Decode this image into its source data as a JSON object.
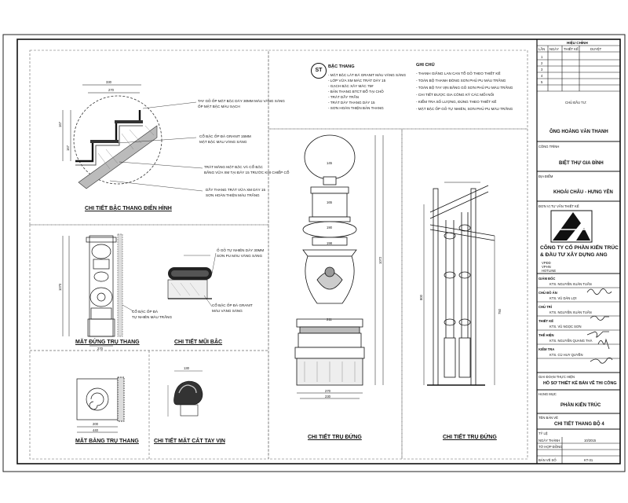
{
  "title_block": {
    "revision_title": "HIỆU CHỈNH",
    "rev_cols": [
      "LẦN",
      "NGÀY",
      "THIẾT KẾ",
      "DUYỆT"
    ],
    "rev_rows": [
      "1",
      "2",
      "3",
      "4",
      "5"
    ],
    "owner_label": "CHỦ ĐẦU TƯ:",
    "owner": "ÔNG HOÀNG VĂN THANH",
    "project_label": "CÔNG TRÌNH",
    "project": "BIỆT THỰ GIA ĐÌNH",
    "location_label": "ĐỊA ĐIỂM",
    "location": "KHOÁI CHÂU - HƯNG YÊN",
    "designer_label": "ĐƠN VỊ TƯ VẤN THIẾT KẾ",
    "company_line1": "CÔNG TY CỔ PHẦN KIẾN TRÚC",
    "company_line2": "& ĐẦU TƯ XÂY DỰNG ANG",
    "company_info": [
      "VPĐD",
      "VPHN",
      "HOTLINE"
    ],
    "roles": [
      {
        "role": "GIÁM ĐỐC",
        "name": "KTS. NGUYỄN XUÂN TUẤN"
      },
      {
        "role": "CHỦ ĐỒ ÁN",
        "name": "KTS. VŨ DÂN LỢI"
      },
      {
        "role": "CHỦ TRÌ",
        "name": "KTS. NGUYỄN XUÂN TUẤN"
      },
      {
        "role": "THIẾT KẾ",
        "name": "KTS. VŨ NGỌC SƠN"
      },
      {
        "role": "THỂ HIỆN",
        "name": "KTS. NGUYỄN QUANG THÀ"
      },
      {
        "role": "KIỂM TRA",
        "name": "KTS. CÙ HUY QUYỀN"
      }
    ],
    "phase_label": "GIAI ĐOẠN THỰC HIỆN",
    "phase": "HỒ SƠ THIẾT KẾ BẢN VẼ THI CÔNG",
    "category_label": "HẠNG MỤC",
    "category": "PHẦN KIẾN TRÚC",
    "drawing_label": "TÊN BẢN VẼ",
    "drawing": "CHI TIẾT THANG BỘ 4",
    "scale_label": "TỶ LỆ",
    "date_label": "NGÀY THÁNH",
    "date": "10/2015",
    "code_label": "TỜ HỢP ĐỒNG",
    "sheet_label": "BẢN VẼ SỐ",
    "sheet_no": "KT-31"
  },
  "legend": {
    "badge": "ST",
    "stair_title": "BẬC THANG",
    "stair_notes": [
      "- MẶT BẬC LÁT ĐÁ GRANIT MÀU VÀNG SÁNG",
      "- LỚP VỮA XM MÁC TRÁT DÀY 15",
      "- GẠCH BẬC XÂY MÁC 75#",
      "- BẢN THANG BTCT ĐỔ TẠI CHỖ",
      "- TRÁT DẦY TRẦN",
      "- TRÁT DÀY THANG DÀY 15",
      "- SƠN HOÀN THIỆN BẢN THANG"
    ],
    "ghi_chu_title": "GHI CHÚ",
    "ghi_chu_notes": [
      "- THANH GIẰNG LAN CAN TỔ GỖ THEO THIẾT KẾ",
      "- TOÀN BỘ THANH ĐÓNG SƠN PHỦ PU MÀU TRẮNG",
      "- TOÀN BỘ TAY VỊN BẰNG GỖ SƠN PHỦ PU MÀU TRẮNG",
      "- CHI TIẾT ĐƯỢC GIA CÔNG KỸ CÁC MỐI NỐI",
      "- KIỂM TRA SỐ LƯỢNG, ĐÚNG THEO THIẾT KẾ",
      "- MẶT BẬC ỐP GỖ TỰ NHIÊN, SƠN PHỦ PU MÀU TRẮNG"
    ]
  },
  "captions": {
    "stair_detail": "CHI TIẾT BẬC THANG ĐIỂN HÌNH",
    "post_elevation": "MẶT ĐỨNG TRỤ THANG",
    "nosing_detail": "CHI TIẾT MŨI BẬC",
    "post_plan": "MẶT BẰNG TRỤ THANG",
    "rail_section": "CHI TIẾT MẶT CẮT TAY VỊN",
    "post_detail": "CHI TIẾT TRỤ ĐỨNG",
    "baluster_detail": "CHI TIẾT TRỤ ĐỨNG"
  },
  "annotations": {
    "stair": [
      "TAY GỖ ỐP MẶT BẬC DÀY 30MM MÀU VÀNG SÁNG",
      "ỐP MẶT BẬC MÀU SẠCH",
      "CỔ BẬC ỐP ĐÁ GRANIT 15MM",
      "MẶT BẬC MÀU VÀNG SÁNG",
      "TRÁT MĂNG MẶT BẬC VÀ CỔ BẬC",
      "BẰNG VỮA XM TẠI ĐÂY 15 TRƯỚC KHI CHIỂP CỔ",
      "DẦY THANG TRÁT VỮA XM DÀY 15",
      "SƠN HOÀN THIỆN MÀU TRẮNG"
    ],
    "post_side": [
      "CỔ BẬC ỐP ĐÁ",
      "TỰ NHIÊN MÀU TRẮNG"
    ],
    "nosing": [
      "Ố GỖ TỰ NHIÊN DÀY 30MM",
      "SƠN PU MÀU VÀNG SÁNG",
      "CỔ BẬC ỐP ĐÁ GRANIT",
      "MÀU VÀNG SÁNG"
    ]
  },
  "dimensions": {
    "stair_top": [
      "330",
      "270"
    ],
    "stair_left": [
      "167",
      "167"
    ],
    "post_w": "270",
    "post_h": "1070",
    "plan": [
      "200",
      "440"
    ],
    "rail": [
      "130"
    ],
    "post_vals": [
      "145",
      "165",
      "190",
      "198",
      "211",
      "270",
      "230",
      "1072"
    ],
    "baluster_vals": [
      "800",
      "750"
    ]
  }
}
